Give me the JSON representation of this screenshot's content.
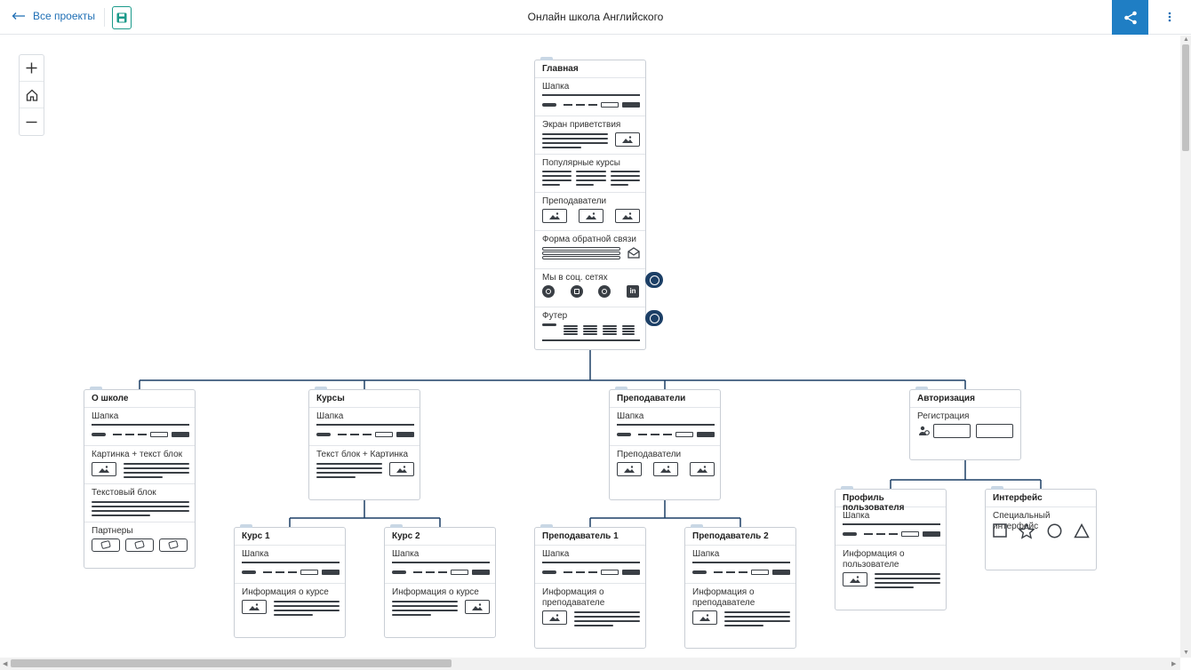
{
  "topbar": {
    "back_label": "Все проекты",
    "title": "Онлайн школа Английского"
  },
  "icons": {
    "back": "arrow-left-icon",
    "save": "floppy-disk-icon",
    "share": "share-icon",
    "more": "kebab-menu-icon",
    "zoom_in": "plus-icon",
    "home": "home-icon",
    "zoom_out": "minus-icon"
  },
  "colors": {
    "accent": "#1f7ec4",
    "save_border": "#1a9a8a",
    "connector": "#1c3f66",
    "card_border": "#c9ced5"
  },
  "cards": [
    {
      "id": "main",
      "title": "Главная",
      "blocks": [
        {
          "label": "Шапка",
          "kind": "header"
        },
        {
          "label": "Экран приветствия",
          "kind": "text-image"
        },
        {
          "label": "Популярные курсы",
          "kind": "three-text"
        },
        {
          "label": "Преподаватели",
          "kind": "three-image"
        },
        {
          "label": "Форма обратной связи",
          "kind": "form"
        },
        {
          "label": "Мы в соц. сетях",
          "kind": "social"
        },
        {
          "label": "Футер",
          "kind": "footer"
        }
      ]
    },
    {
      "id": "about",
      "title": "О школе",
      "blocks": [
        {
          "label": "Шапка",
          "kind": "header"
        },
        {
          "label": "Картинка + текст блок",
          "kind": "image-text"
        },
        {
          "label": "Текстовый блок",
          "kind": "text"
        },
        {
          "label": "Партнеры",
          "kind": "partners"
        }
      ]
    },
    {
      "id": "courses",
      "title": "Курсы",
      "blocks": [
        {
          "label": "Шапка",
          "kind": "header"
        },
        {
          "label": "Текст блок + Картинка",
          "kind": "text-image"
        }
      ]
    },
    {
      "id": "teachers",
      "title": "Преподаватели",
      "blocks": [
        {
          "label": "Шапка",
          "kind": "header"
        },
        {
          "label": "Преподаватели",
          "kind": "three-image"
        }
      ]
    },
    {
      "id": "auth",
      "title": "Авторизация",
      "blocks": [
        {
          "label": "Регистрация",
          "kind": "register"
        }
      ]
    },
    {
      "id": "course1",
      "title": "Курс 1",
      "blocks": [
        {
          "label": "Шапка",
          "kind": "header"
        },
        {
          "label": "Информация о курсе",
          "kind": "image-text"
        }
      ]
    },
    {
      "id": "course2",
      "title": "Курс 2",
      "blocks": [
        {
          "label": "Шапка",
          "kind": "header"
        },
        {
          "label": "Информация о курсе",
          "kind": "text-image"
        }
      ]
    },
    {
      "id": "teacher1",
      "title": "Преподаватель 1",
      "blocks": [
        {
          "label": "Шапка",
          "kind": "header"
        },
        {
          "label": "Информация о преподавателе",
          "kind": "image-text"
        }
      ]
    },
    {
      "id": "teacher2",
      "title": "Преподаватель 2",
      "blocks": [
        {
          "label": "Шапка",
          "kind": "header"
        },
        {
          "label": "Информация о преподавателе",
          "kind": "image-text"
        }
      ]
    },
    {
      "id": "profile",
      "title": "Профиль пользователя",
      "blocks": [
        {
          "label": "Шапка",
          "kind": "header"
        },
        {
          "label": "Информация о пользователе",
          "kind": "image-text"
        }
      ]
    },
    {
      "id": "interface",
      "title": "Интерфейс",
      "blocks": [
        {
          "label": "Специальный интерфейс",
          "kind": "shapes"
        }
      ]
    }
  ],
  "edges": [
    [
      "main",
      "about"
    ],
    [
      "main",
      "courses"
    ],
    [
      "main",
      "teachers"
    ],
    [
      "main",
      "auth"
    ],
    [
      "courses",
      "course1"
    ],
    [
      "courses",
      "course2"
    ],
    [
      "teachers",
      "teacher1"
    ],
    [
      "teachers",
      "teacher2"
    ],
    [
      "auth",
      "profile"
    ],
    [
      "auth",
      "interface"
    ]
  ],
  "comment_blocks": [
    "Мы в соц. сетях",
    "Футер"
  ]
}
